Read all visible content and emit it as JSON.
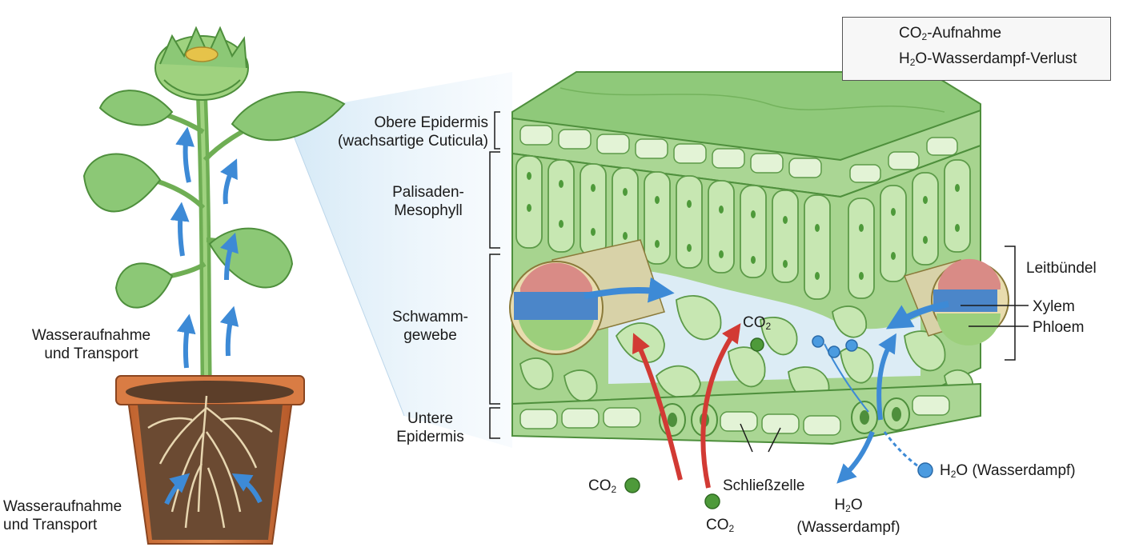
{
  "legend": {
    "co2": {
      "prefix": "CO",
      "sub": "2",
      "suffix": "-Aufnahme",
      "color": "#d23a34"
    },
    "h2o": {
      "prefix": "H",
      "sub": "2",
      "suffix": "O-Wasserdampf-Verlust",
      "color": "#3d8ad6"
    }
  },
  "plant": {
    "label_upper": {
      "line1": "Wasseraufnahme",
      "line2": "und Transport"
    },
    "label_lower": {
      "line1": "Wasseraufnahme",
      "line2": "und Transport"
    }
  },
  "layers": {
    "upper_epidermis": {
      "line1": "Obere Epidermis",
      "line2": "(wachsartige Cuticula)"
    },
    "palisade": {
      "line1": "Palisaden-",
      "line2": "Mesophyll"
    },
    "spongy": {
      "line1": "Schwamm-",
      "line2": "gewebe"
    },
    "lower_epidermis": {
      "line1": "Untere",
      "line2": "Epidermis"
    }
  },
  "vascular": {
    "bundle": "Leitbündel",
    "xylem": "Xylem",
    "phloem": "Phloem"
  },
  "annotations": {
    "co2_inner": {
      "prefix": "CO",
      "sub": "2"
    },
    "co2_left": {
      "prefix": "CO",
      "sub": "2"
    },
    "co2_bottom": {
      "prefix": "CO",
      "sub": "2"
    },
    "guard_cell": "Schließzelle",
    "h2o_right": {
      "prefix": "H",
      "sub": "2",
      "suffix": "O (Wasserdampf)"
    },
    "h2o_bottom": {
      "prefix": "H",
      "sub": "2",
      "suffix": "O",
      "line2": "(Wasserdampf)"
    }
  },
  "colors": {
    "leaf_green": "#8fc97a",
    "leaf_dark": "#4e8f3c",
    "cell_fill": "#c7e7b2",
    "pot": "#d2773f",
    "soil": "#6b4a32",
    "xylem_blue": "#4b86c9",
    "phloem_red": "#d98b86"
  }
}
